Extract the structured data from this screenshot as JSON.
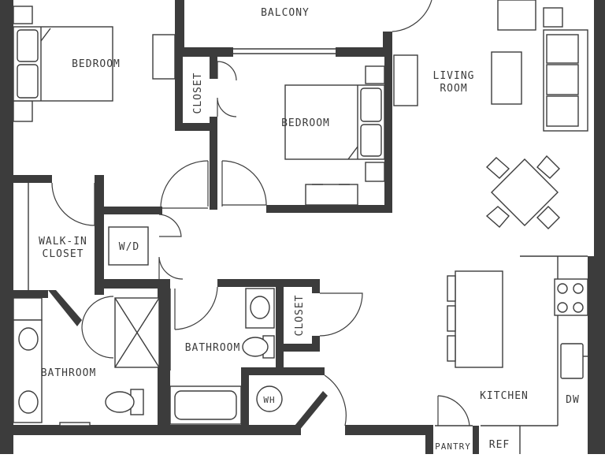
{
  "rooms": {
    "balcony": "BALCONY",
    "bedroom_1": "BEDROOM",
    "bedroom_2": "BEDROOM",
    "living_room_line1": "LIVING",
    "living_room_line2": "ROOM",
    "closet_1": "CLOSET",
    "closet_2": "CLOSET",
    "walk_in_line1": "WALK-IN",
    "walk_in_line2": "CLOSET",
    "washer_dryer": "W/D",
    "bathroom_1": "BATHROOM",
    "bathroom_2": "BATHROOM",
    "water_heater": "WH",
    "kitchen": "KITCHEN",
    "dishwasher": "DW",
    "pantry": "PANTRY",
    "refrigerator": "REF"
  },
  "colors": {
    "wall": "#3c3c3c",
    "background": "#ffffff",
    "text": "#3a3a3a"
  }
}
